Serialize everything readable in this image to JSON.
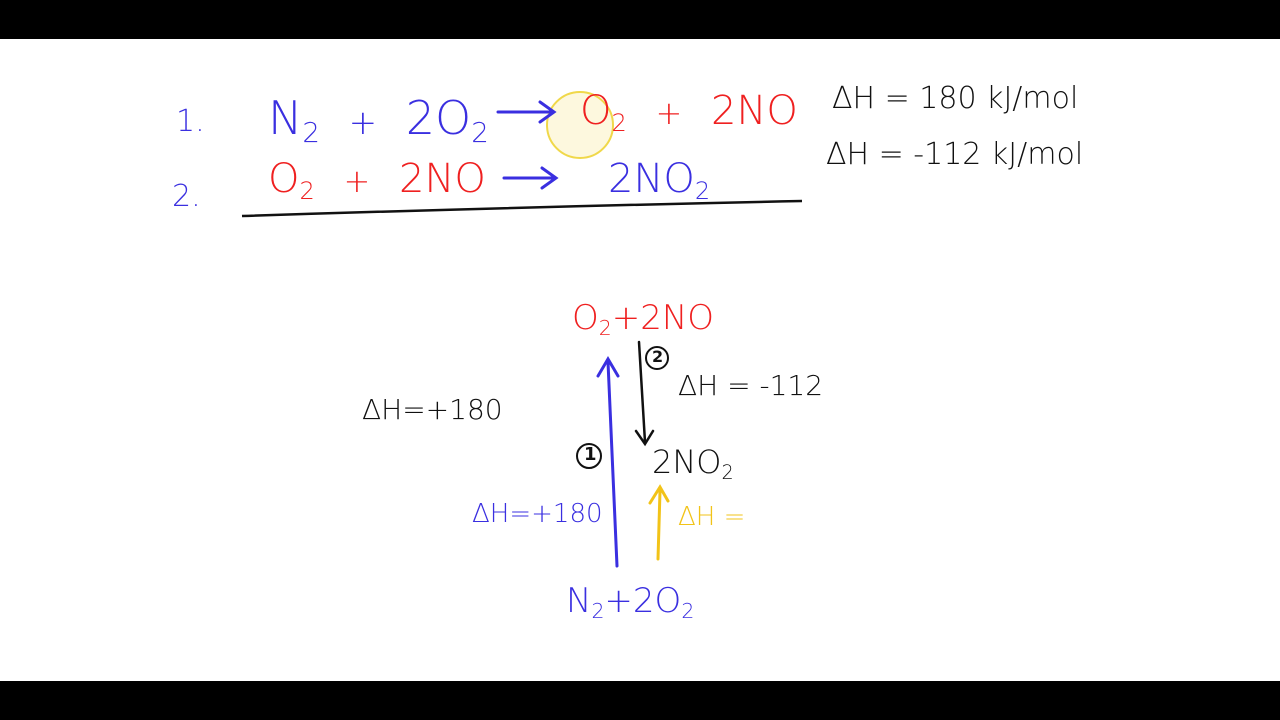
{
  "colors": {
    "blue": "#3a2fe0",
    "red": "#ef2020",
    "black": "#111111",
    "yellow": "#f2c318",
    "highlight": "#f4e16a",
    "letterbox": "#000000",
    "board": "#ffffff"
  },
  "reactions": [
    {
      "number": "1.",
      "reactants": {
        "base": "N",
        "sub": "2",
        "plus": "+",
        "coef": "2O",
        "sub2": "2"
      },
      "products": {
        "base": "O",
        "sub": "2",
        "plus": "+",
        "rest": "2NO"
      },
      "enthalpy": "ΔH = 180 kJ/mol"
    },
    {
      "number": "2.",
      "reactants": {
        "base": "O",
        "sub": "2",
        "plus": "+",
        "rest": "2NO"
      },
      "products": {
        "coef": "2NO",
        "sub": "2"
      },
      "enthalpy": "ΔH = -112 kJ/mol"
    }
  ],
  "diagram": {
    "top": {
      "base": "O",
      "sub": "2",
      "rest": "+2NO"
    },
    "middle": {
      "base": "2NO",
      "sub": "2"
    },
    "bottom": {
      "base": "N",
      "sub": "2",
      "plus": "+",
      "coef": "2O",
      "sub2": "2"
    },
    "step1_label": "1",
    "step2_label": "2",
    "dh_left": "ΔH=+180",
    "dh_step1": "ΔH=+180",
    "dh_step2": "ΔH = -112",
    "dh_unknown": "ΔH ="
  }
}
